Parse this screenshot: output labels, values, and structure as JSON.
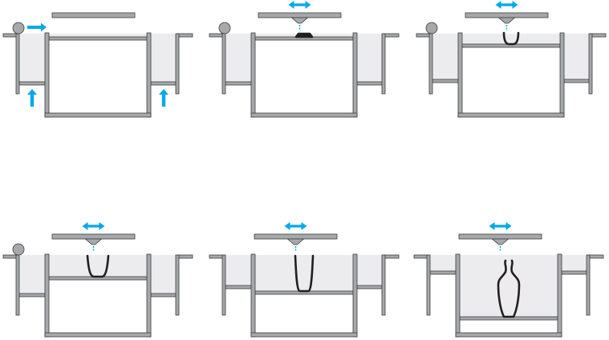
{
  "colors": {
    "wall_fill": "#a7a8ab",
    "wall_stroke": "#3c3c3e",
    "powder": "#ececee",
    "arrow": "#00a9e8",
    "object": "#231f20",
    "roller": "#a7a8ab"
  },
  "panels": [
    {
      "stage": 1,
      "roller": true,
      "roller_arrow": true,
      "feed_arrows": true,
      "head_nozzle": false,
      "head_arrow": false,
      "object": "none"
    },
    {
      "stage": 2,
      "roller": true,
      "roller_arrow": false,
      "feed_arrows": false,
      "head_nozzle": true,
      "head_arrow": true,
      "object": "first-layer"
    },
    {
      "stage": 3,
      "roller": true,
      "roller_arrow": false,
      "feed_arrows": false,
      "head_nozzle": true,
      "head_arrow": true,
      "object": "cup-small"
    },
    {
      "stage": 4,
      "roller": true,
      "roller_arrow": false,
      "feed_arrows": false,
      "head_nozzle": true,
      "head_arrow": true,
      "object": "cup-medium"
    },
    {
      "stage": 5,
      "roller": false,
      "roller_arrow": false,
      "feed_arrows": false,
      "head_nozzle": true,
      "head_arrow": true,
      "object": "tall-taper"
    },
    {
      "stage": 6,
      "roller": false,
      "roller_arrow": false,
      "feed_arrows": false,
      "head_nozzle": true,
      "head_arrow": true,
      "object": "vase"
    }
  ]
}
